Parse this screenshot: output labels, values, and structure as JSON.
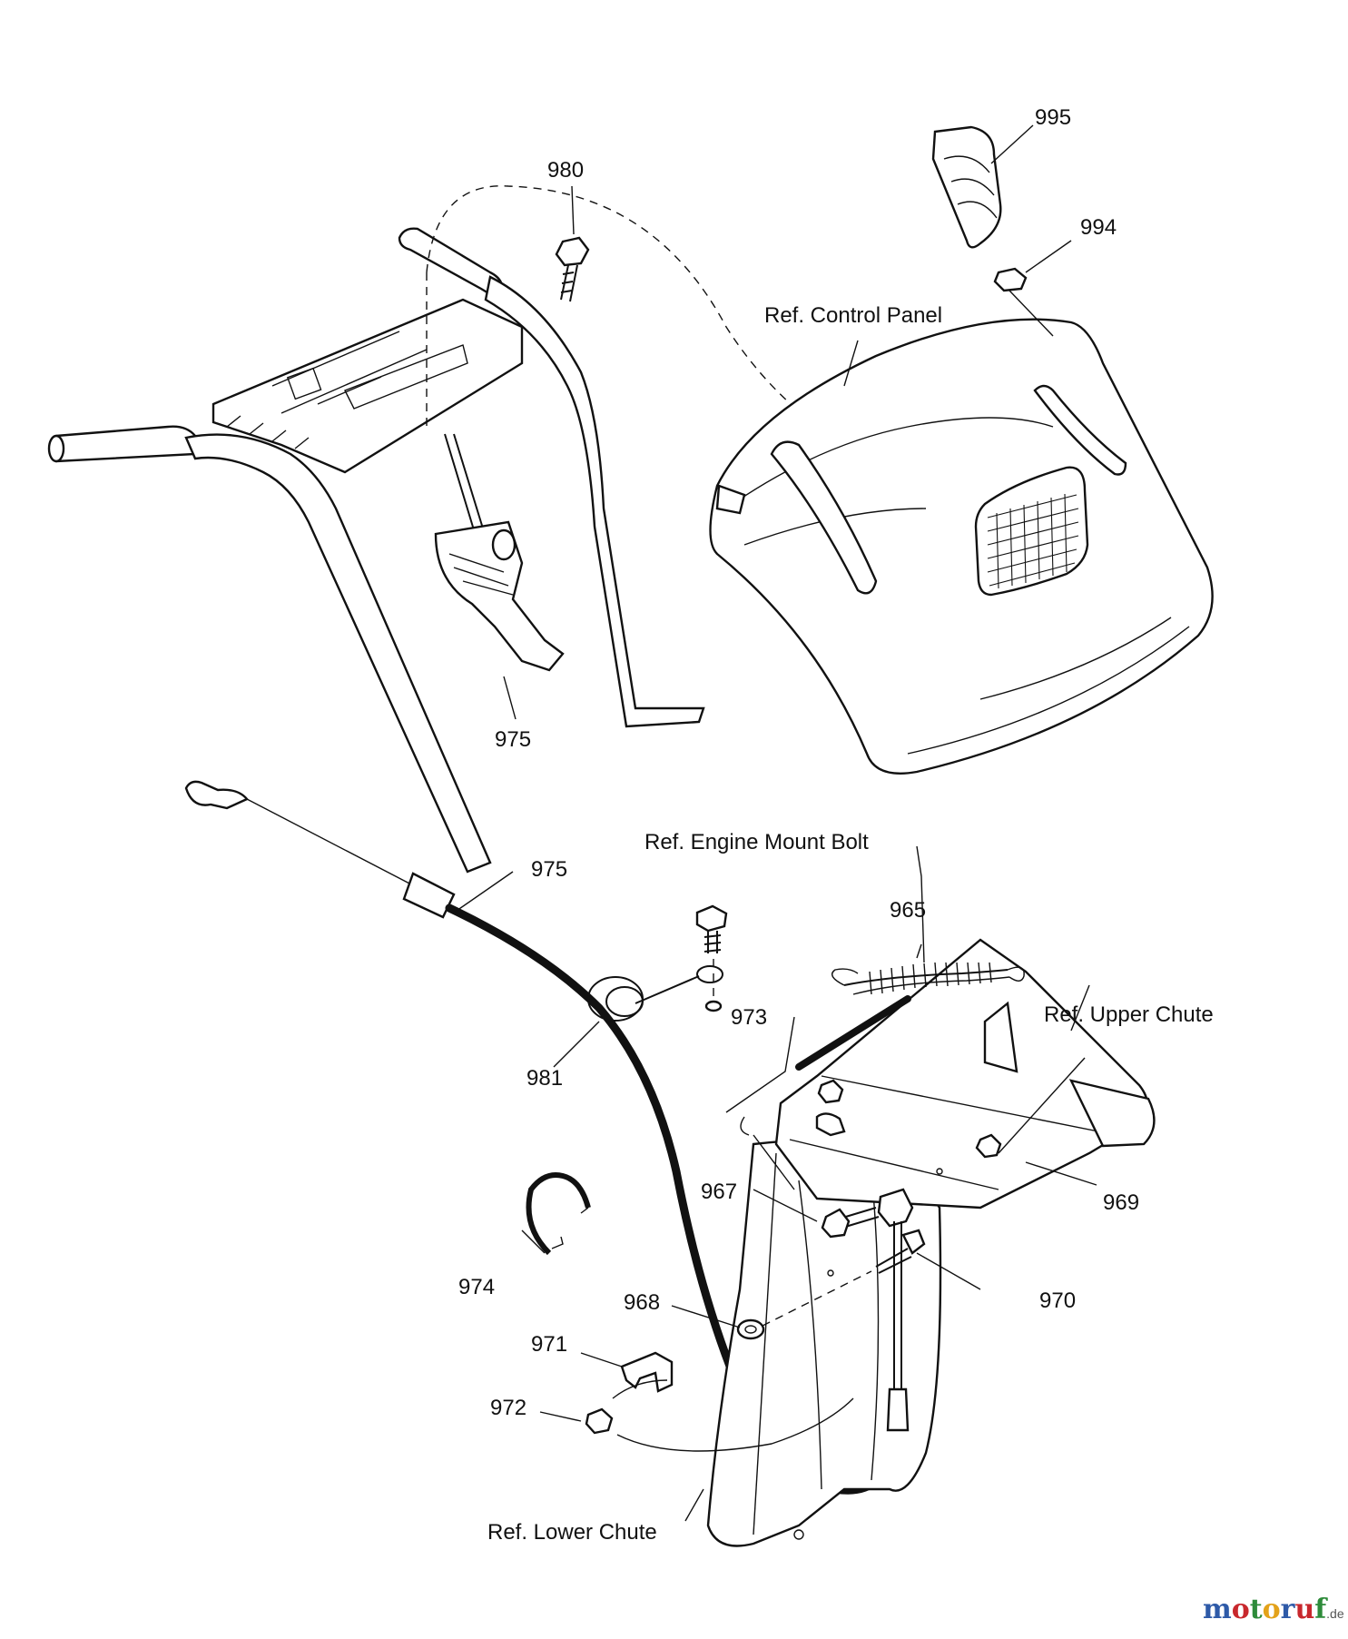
{
  "labels": {
    "p995": "995",
    "p994": "994",
    "p980": "980",
    "ref_control_panel": "Ref. Control Panel",
    "p975_top": "975",
    "ref_engine_mount_bolt": "Ref. Engine Mount Bolt",
    "p975_cable": "975",
    "p965": "965",
    "p973": "973",
    "ref_upper_chute": "Ref. Upper Chute",
    "p981": "981",
    "p969": "969",
    "p967": "967",
    "p970": "970",
    "p974": "974",
    "p968": "968",
    "p971": "971",
    "p972": "972",
    "ref_lower_chute": "Ref. Lower Chute"
  },
  "watermark": {
    "brand": "motoruf",
    "tld": ".de",
    "colors": {
      "m": "#2e5aa8",
      "o1": "#c8282d",
      "t": "#2e8b3a",
      "o2": "#e3a21a",
      "r": "#2e5aa8",
      "u": "#c8282d",
      "f": "#2e8b3a"
    }
  }
}
